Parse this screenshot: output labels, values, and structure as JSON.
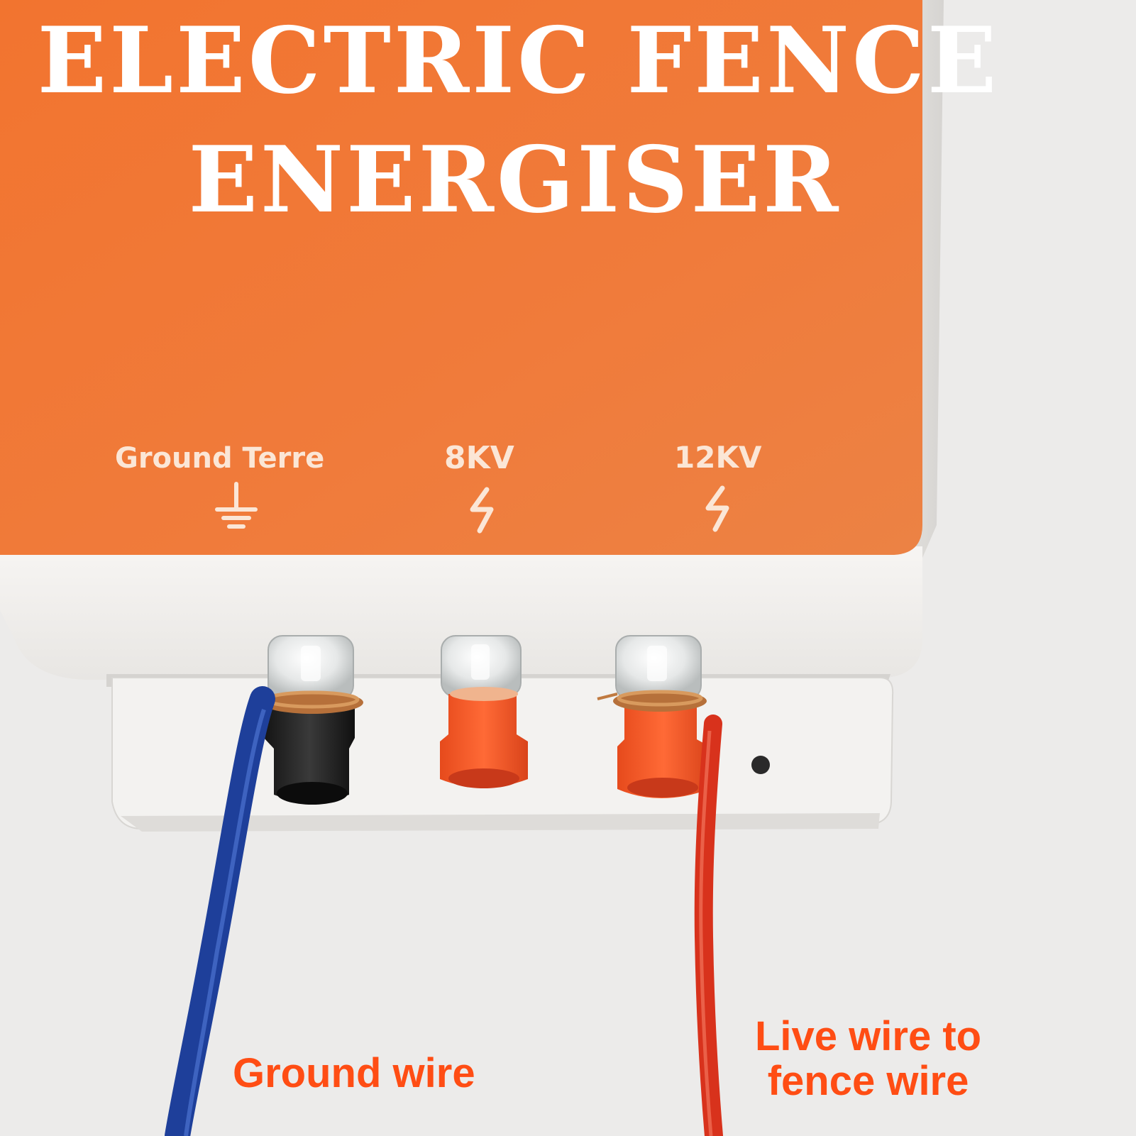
{
  "product": {
    "title_line1": "ELECTRIC FENCE",
    "title_line2": "ENERGISER"
  },
  "terminals": [
    {
      "label": "Ground Terre",
      "icon": "ground-symbol-icon"
    },
    {
      "label": "8KV",
      "icon": "lightning-bolt-icon"
    },
    {
      "label": "12KV",
      "icon": "lightning-bolt-icon"
    }
  ],
  "captions": {
    "ground_wire": "Ground wire",
    "live_wire_line1": "Live wire to",
    "live_wire_line2": "fence wire"
  },
  "colors": {
    "panel_orange": "#f07a3a",
    "caption_orange": "#ff4d14",
    "ground_wire_blue": "#1e3f9a",
    "live_wire_red": "#d8321c"
  }
}
